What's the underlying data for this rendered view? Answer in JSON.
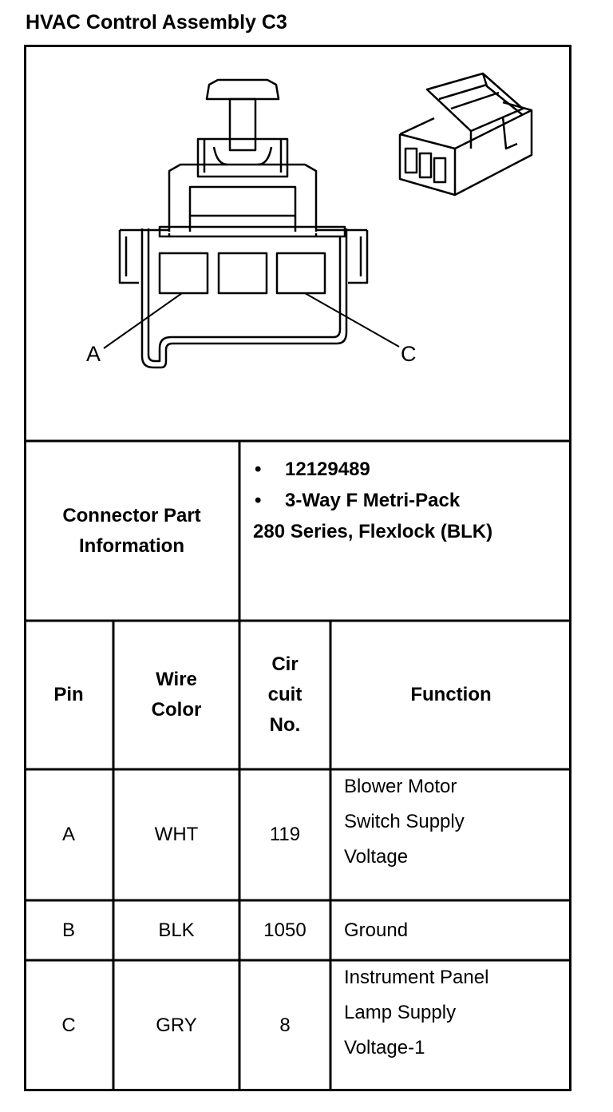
{
  "title": "HVAC Control Assembly C3",
  "diagram": {
    "label_a": "A",
    "label_c": "C"
  },
  "connector_info": {
    "label": "Connector Part Information",
    "bullets": [
      "12129489",
      "3-Way F Metri-Pack"
    ],
    "continuation": "280 Series, Flexlock (BLK)"
  },
  "table": {
    "headers": {
      "pin": "Pin",
      "wire_color": [
        "Wire",
        "Color"
      ],
      "circuit": [
        "Cir",
        "cuit",
        "No."
      ],
      "function": "Function"
    },
    "rows": [
      {
        "pin": "A",
        "wire": "WHT",
        "circuit": "119",
        "function": [
          "Blower Motor",
          "Switch Supply",
          "Voltage"
        ]
      },
      {
        "pin": "B",
        "wire": "BLK",
        "circuit": "1050",
        "function": [
          "Ground"
        ]
      },
      {
        "pin": "C",
        "wire": "GRY",
        "circuit": "8",
        "function": [
          "Instrument Panel",
          "Lamp Supply",
          "Voltage-1"
        ]
      }
    ]
  }
}
